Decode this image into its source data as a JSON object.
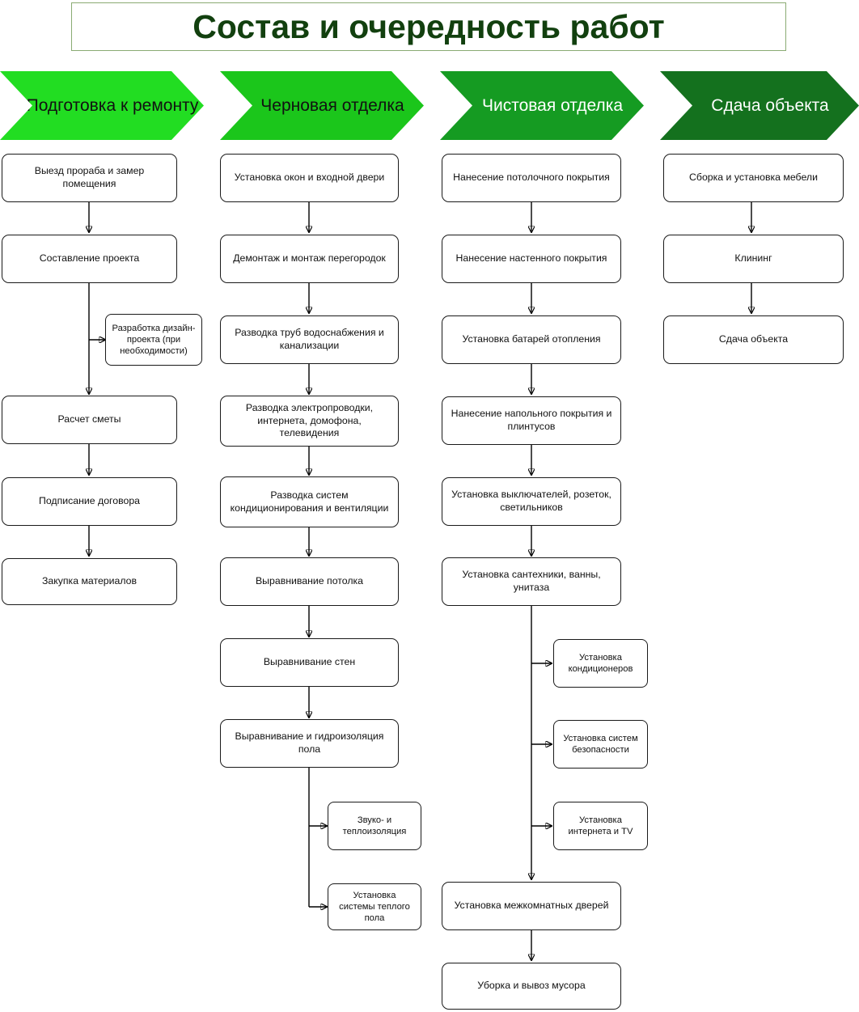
{
  "title": "Состав и очередность работ",
  "colors": {
    "title_text": "#12400f",
    "title_border": "#8aab73",
    "stage1_fill": "#22dd22",
    "stage1_text": "#111111",
    "stage2_fill": "#1bc61b",
    "stage2_text": "#111111",
    "stage3_fill": "#159b22",
    "stage3_text": "#ffffff",
    "stage4_fill": "#14711e",
    "stage4_text": "#ffffff",
    "node_border": "#1a1a1a",
    "node_fill": "#ffffff",
    "connector": "#000000"
  },
  "stages": [
    {
      "id": "stage-preparation",
      "label": "Подготовка к ремонту"
    },
    {
      "id": "stage-rough-finishing",
      "label": "Черновая отделка"
    },
    {
      "id": "stage-fine-finishing",
      "label": "Чистовая отделка"
    },
    {
      "id": "stage-handover",
      "label": "Сдача объекта"
    }
  ],
  "columns": [
    {
      "id": "column-preparation",
      "main": [
        "Выезд прораба и замер помещения",
        "Составление проекта",
        "Расчет сметы",
        "Подписание договора",
        "Закупка материалов"
      ],
      "branches": [
        "Разработка дизайн-проекта (при необходимости)"
      ]
    },
    {
      "id": "column-rough-finishing",
      "main": [
        "Установка окон и входной двери",
        "Демонтаж и монтаж перегородок",
        "Разводка труб водоснабжения и канализации",
        "Разводка электропроводки, интернета, домофона, телевидения",
        "Разводка систем кондиционирования и вентиляции",
        "Выравнивание потолка",
        "Выравнивание стен",
        "Выравнивание и гидроизоляция пола"
      ],
      "branches": [
        "Звуко- и теплоизоляция",
        "Установка системы теплого пола"
      ]
    },
    {
      "id": "column-fine-finishing",
      "main": [
        "Нанесение потолочного покрытия",
        "Нанесение настенного покрытия",
        "Установка батарей отопления",
        "Нанесение напольного покрытия и плинтусов",
        "Установка выключателей, розеток, светильников",
        "Установка сантехники, ванны, унитаза",
        "Установка межкомнатных дверей",
        "Уборка и вывоз мусора"
      ],
      "branches": [
        "Установка кондиционеров",
        "Установка систем безопасности",
        "Установка интернета и TV"
      ]
    },
    {
      "id": "column-handover",
      "main": [
        "Сборка и установка мебели",
        "Клининг",
        "Сдача объекта"
      ],
      "branches": []
    }
  ]
}
